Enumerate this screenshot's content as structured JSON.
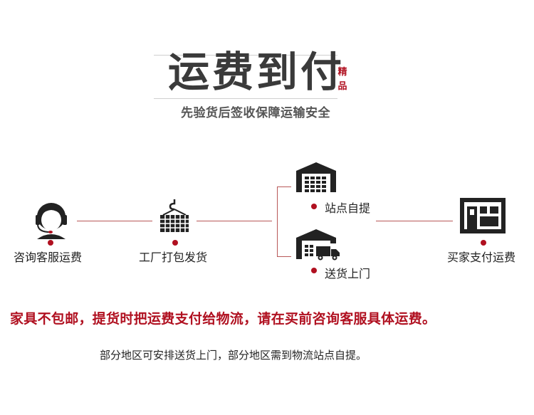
{
  "header": {
    "title": "运费到付",
    "seal": "精品",
    "subtitle": "先验货后签收保障运输安全"
  },
  "flow": {
    "step1_label": "咨询客服运费",
    "step2_label": "工厂打包发货",
    "branch1_label": "站点自提",
    "branch2_label": "送货上门",
    "step4_label": "买家支付运费"
  },
  "notice": {
    "red_text": "家具不包邮，提货时把运费支付给物流，请在买前咨询客服具体运费。",
    "note_text": "部分地区可安排送货上门，部分地区需到物流站点自提。"
  },
  "colors": {
    "accent": "#b01020",
    "line": "#b85858",
    "title": "#3a3a3a",
    "icon": "#333333"
  }
}
